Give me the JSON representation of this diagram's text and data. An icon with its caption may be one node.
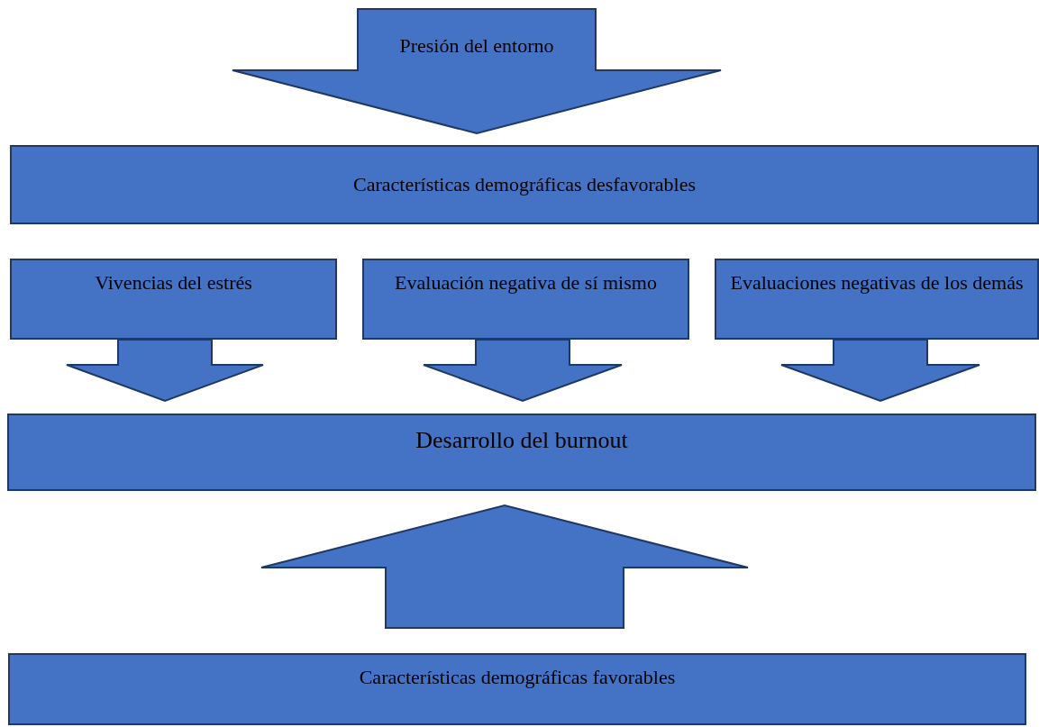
{
  "diagram": {
    "nodes": [
      {
        "text": [
          "Presión del entorno"
        ]
      },
      {
        "text": [
          "Características demográficas desfavorables"
        ]
      },
      {
        "text": [
          "Vivencias del estrés"
        ]
      },
      {
        "text": [
          "Evaluación negativa de sí mismo"
        ]
      },
      {
        "text": [
          "Evaluaciones negativas de los demás"
        ]
      },
      {
        "text": [
          "Desarrollo del burnout"
        ]
      },
      {
        "text": [
          "Características demográficas favorables"
        ]
      }
    ],
    "edges": [
      {
        "from": 2,
        "to": 5,
        "arrow": "to"
      },
      {
        "from": 3,
        "to": 5,
        "arrow": "to"
      },
      {
        "from": 4,
        "to": 5,
        "arrow": "to"
      },
      {
        "from": 6,
        "to": 5,
        "arrow": "to"
      }
    ]
  }
}
